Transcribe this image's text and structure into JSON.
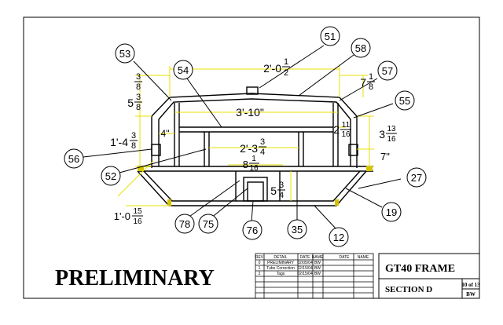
{
  "sheet": {
    "stamp": "PRELIMINARY",
    "title": "GT40 FRAME",
    "section": "SECTION D",
    "sheet_no": "10 of 13",
    "initials": "BW"
  },
  "revision_table": {
    "headers": [
      "REV",
      "DETAIL",
      "DATE",
      "NAME",
      "DATE",
      "NAME"
    ],
    "rows": [
      {
        "rev": "0",
        "detail": "PRELIMINARY",
        "date": "02/05/04",
        "name": "BW"
      },
      {
        "rev": "1",
        "detail": "Tube Correction",
        "date": "02/15/04",
        "name": "BW"
      },
      {
        "rev": "2",
        "detail": "Tags",
        "date": "02/15/04",
        "name": "BW"
      }
    ]
  },
  "balloons": [
    "51",
    "58",
    "57",
    "55",
    "53",
    "54",
    "56",
    "52",
    "27",
    "19",
    "78",
    "75",
    "76",
    "35",
    "12"
  ],
  "dimensions": {
    "top_width_whole": "2'-0",
    "top_width_frac": [
      "1",
      "2"
    ],
    "frame_width": "3'-10\"",
    "inner_width_whole": "2'-3",
    "inner_width_frac": [
      "3",
      "4"
    ],
    "center_whole": "8",
    "center_frac": [
      "1",
      "16"
    ],
    "left_top_frac": [
      "3",
      "8"
    ],
    "left_top2_whole": "5",
    "left_top2_frac": [
      "3",
      "8"
    ],
    "left_mid": "4\"",
    "left_lower_whole": "1'-4",
    "left_lower_frac": [
      "3",
      "8"
    ],
    "left_bottom_whole": "1'-0",
    "left_bottom_frac": [
      "15",
      "16"
    ],
    "right_top_whole": "7",
    "right_top_frac": [
      "1",
      "8"
    ],
    "right_mid_whole": "2",
    "right_mid_frac": [
      "11",
      "16"
    ],
    "right_side_whole": "3",
    "right_side_frac": [
      "13",
      "16"
    ],
    "right_low": "7\"",
    "bottom_center_whole": "5",
    "bottom_center_frac": [
      "3",
      "4"
    ]
  },
  "colors": {
    "line": "#000000",
    "dimension": "#e8e000"
  }
}
